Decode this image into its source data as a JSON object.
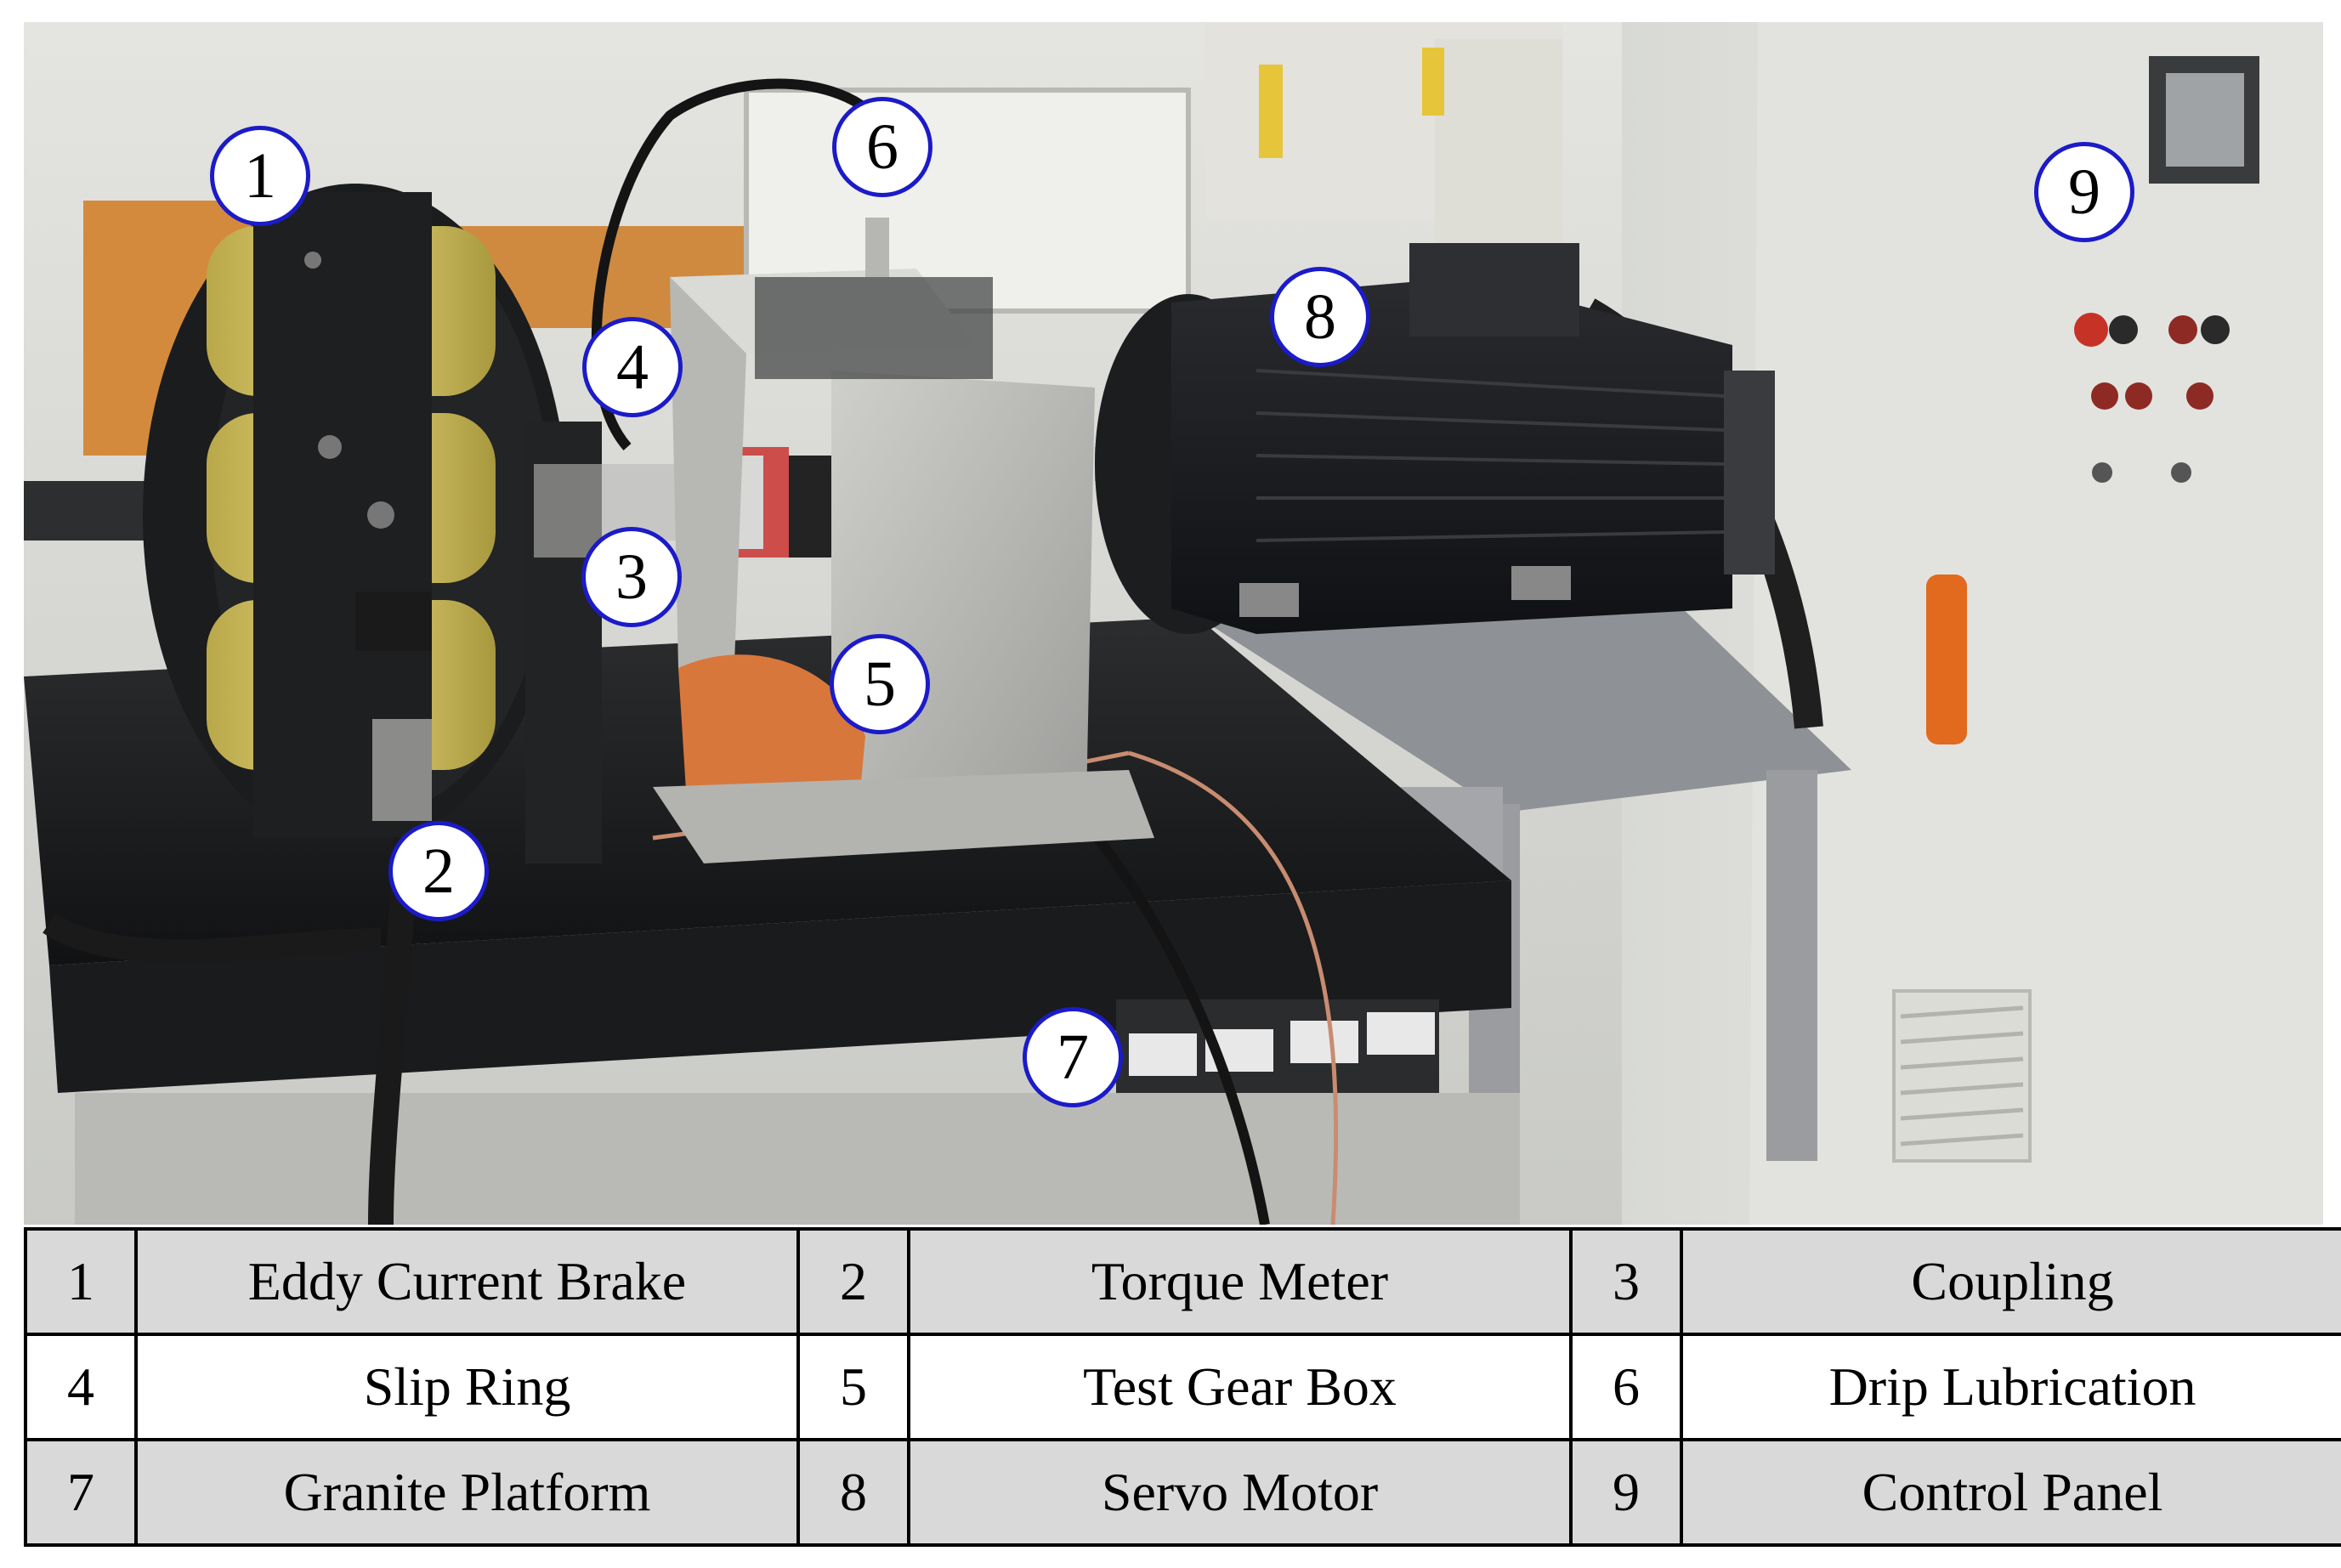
{
  "figure": {
    "callouts": [
      {
        "id": "1",
        "label": "1"
      },
      {
        "id": "2",
        "label": "2"
      },
      {
        "id": "3",
        "label": "3"
      },
      {
        "id": "4",
        "label": "4"
      },
      {
        "id": "5",
        "label": "5"
      },
      {
        "id": "6",
        "label": "6"
      },
      {
        "id": "7",
        "label": "7"
      },
      {
        "id": "8",
        "label": "8"
      },
      {
        "id": "9",
        "label": "9"
      }
    ],
    "legend": {
      "rows": [
        [
          {
            "number": "1",
            "name": "Eddy Current Brake"
          },
          {
            "number": "2",
            "name": "Torque Meter"
          },
          {
            "number": "3",
            "name": "Coupling"
          }
        ],
        [
          {
            "number": "4",
            "name": "Slip Ring"
          },
          {
            "number": "5",
            "name": "Test Gear Box"
          },
          {
            "number": "6",
            "name": "Drip Lubrication"
          }
        ],
        [
          {
            "number": "7",
            "name": "Granite Platform"
          },
          {
            "number": "8",
            "name": "Servo Motor"
          },
          {
            "number": "9",
            "name": "Control Panel"
          }
        ]
      ]
    }
  },
  "colors": {
    "callout_border": "#1b1bc8",
    "table_shaded": "#d9d9d9",
    "table_plain": "#ffffff"
  }
}
